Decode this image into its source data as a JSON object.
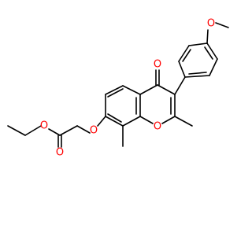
{
  "colors": {
    "bond": "#000000",
    "oxygen": "#ff0000",
    "background": "#ffffff"
  },
  "atoms": {
    "carbonyl_oxygen": "O",
    "ring_oxygen": "O",
    "methoxy_oxygen": "O",
    "ether_oxygen_7": "O",
    "ester_single_oxygen": "O",
    "ester_carbonyl_oxygen": "O"
  }
}
